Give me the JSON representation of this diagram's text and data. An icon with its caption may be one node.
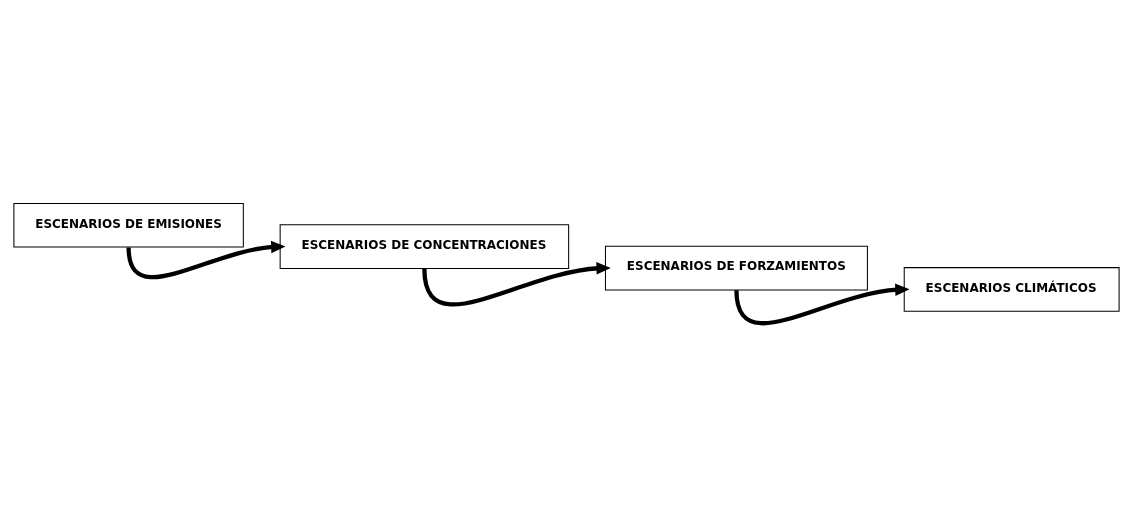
{
  "diagram": {
    "nodes": [
      {
        "text": [
          "ESCENARIOS DE EMISIONES"
        ]
      },
      {
        "text": [
          "ESCENARIOS DE CONCENTRACIONES"
        ]
      },
      {
        "text": [
          "ESCENARIOS DE FORZAMIENTOS"
        ]
      },
      {
        "text": [
          "ESCENARIOS CLIMÁTICOS"
        ]
      }
    ],
    "edges": [
      {
        "from": 0,
        "to": 1,
        "arrow": "to"
      },
      {
        "from": 1,
        "to": 2,
        "arrow": "to"
      },
      {
        "from": 2,
        "to": 3,
        "arrow": "to"
      }
    ]
  }
}
